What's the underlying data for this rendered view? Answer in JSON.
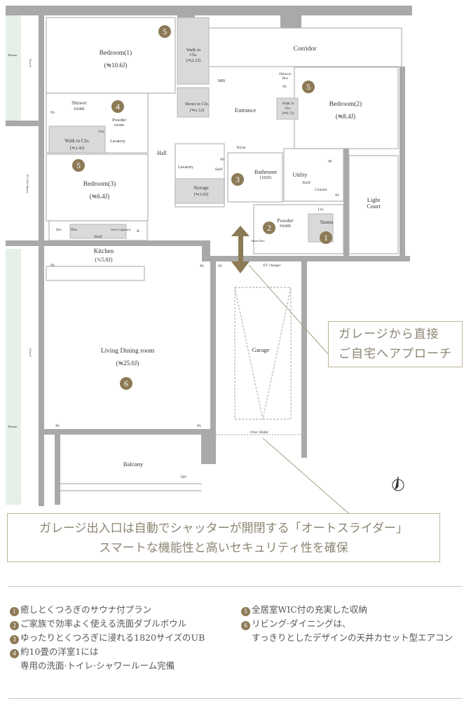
{
  "colors": {
    "wall": "#a9a9a9",
    "badge": "#8c7a55",
    "callout_border": "#bdb49c",
    "callout_text": "#8d8573",
    "planter": "#e6efe8",
    "closet": "#d9d9d9"
  },
  "rooms": {
    "bedroom1": "Bedroom(1)",
    "bedroom1_size": "(≒10.6J)",
    "wic1": "Walk in",
    "wic1_b": "Clo.",
    "wic1_size": "(≒2.1J)",
    "corridor": "Corridor",
    "mb": "MB",
    "delivery": "Delivery",
    "delivery_b": "Box",
    "shoes": "Shoes in Clo.",
    "shoes_size": "(≒1.1J)",
    "entrance": "Entrance",
    "wic2": "Walk in",
    "wic2_b": "Clo.",
    "wic2_size": "(≒0.7J)",
    "bedroom2": "Bedroom(2)",
    "bedroom2_size": "(≒8.4J)",
    "shower": "Shower",
    "shower_b": "room",
    "powder1": "Powder",
    "powder1_b": "room",
    "lin1": "Lin.",
    "lavatory1": "Lavatory",
    "wic3": "Walk in Clo.",
    "wic3_size": "(≒1.4J)",
    "hall": "Hall",
    "niche": "Niche",
    "lavatory2": "Lavatory",
    "shelf1": "Shelf",
    "storage": "Storage",
    "storage_size": "(≒1.0J)",
    "bathroom": "Bathroom",
    "bathroom_size": "(1820)",
    "utility": "Utility",
    "w": "W",
    "shelf2": "Shelf",
    "counter": "Counter",
    "light_court": "Light",
    "light_court_b": "Court",
    "lin2": "Lin.",
    "sauna": "Sauna",
    "powder2": "Powder",
    "powder2_b": "room",
    "shoes_box": "Shoes Box",
    "bedroom3": "Bedroom(3)",
    "bedroom3_size": "(≒6.4J)",
    "sto": "Sto.",
    "pan": "Pan.",
    "shelf3": "Shelf",
    "cupboard": "Over-Cupboard",
    "r": "R",
    "kitchen": "Kitchen",
    "kitchen_size": "(≒5.8J)",
    "ev": "EV charger",
    "living": "Living Dining room",
    "living_size": "(≒25.0J)",
    "garage": "Garage",
    "over_slider": "Over Slider",
    "balcony": "Balcony",
    "dn": "DN",
    "planter": "Planter",
    "gravel": "Gravel",
    "ac": "AC Unit Space",
    "ps": "PS"
  },
  "badges": [
    "1",
    "2",
    "3",
    "4",
    "5",
    "6"
  ],
  "callouts": {
    "garage_access": [
      "ガレージから直接",
      "ご自宅へアプローチ"
    ],
    "auto_slider": [
      "ガレージ出入口は自動でシャッターが開閉する「オートスライダー」",
      "スマートな機能性と高いセキュリティ性を確保"
    ]
  },
  "legend": {
    "left": [
      {
        "num": "1",
        "text": "癒しとくつろぎのサウナ付プラン"
      },
      {
        "num": "2",
        "text": "ご家族で効率よく使える洗面ダブルボウル"
      },
      {
        "num": "3",
        "text": "ゆったりとくつろぎに浸れる1820サイズのUB"
      },
      {
        "num": "4",
        "text": "約10畳の洋室1には",
        "cont": "専用の洗面·トイレ·シャワールーム完備"
      }
    ],
    "right": [
      {
        "num": "5",
        "text": "全居室WIC付の充実した収納"
      },
      {
        "num": "6",
        "text": "リビング·ダイニングは、",
        "cont": "すっきりとしたデザインの天井カセット型エアコン"
      }
    ]
  },
  "icons": {
    "compass": "north-arrow-icon",
    "arrow": "double-arrow-icon"
  }
}
